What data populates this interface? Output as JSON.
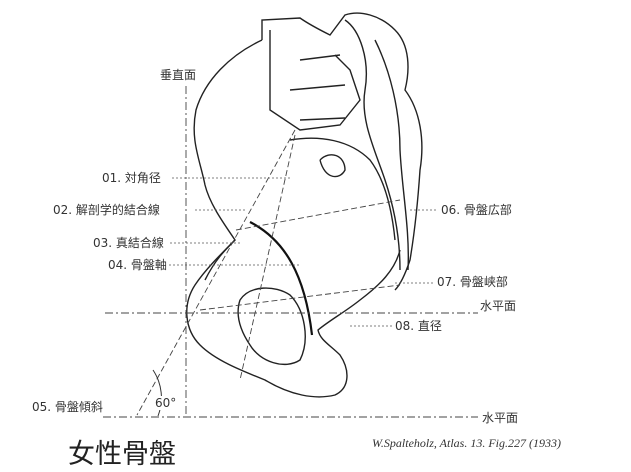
{
  "figure": {
    "title": "女性骨盤",
    "citation": "W.Spalteholz, Atlas. 13. Fig.227 (1933)",
    "planes": {
      "vertical": "垂直面",
      "horizontal_upper": "水平面",
      "horizontal_lower": "水平面"
    },
    "labels": [
      {
        "id": "01",
        "text": "01. 対角径"
      },
      {
        "id": "02",
        "text": "02. 解剖学的結合線"
      },
      {
        "id": "03",
        "text": "03. 真結合線"
      },
      {
        "id": "04",
        "text": "04. 骨盤軸"
      },
      {
        "id": "05",
        "text": "05. 骨盤傾斜"
      },
      {
        "id": "06",
        "text": "06. 骨盤広部"
      },
      {
        "id": "07",
        "text": "07. 骨盤峡部"
      },
      {
        "id": "08",
        "text": "08. 直径"
      }
    ],
    "angle": "60°"
  }
}
